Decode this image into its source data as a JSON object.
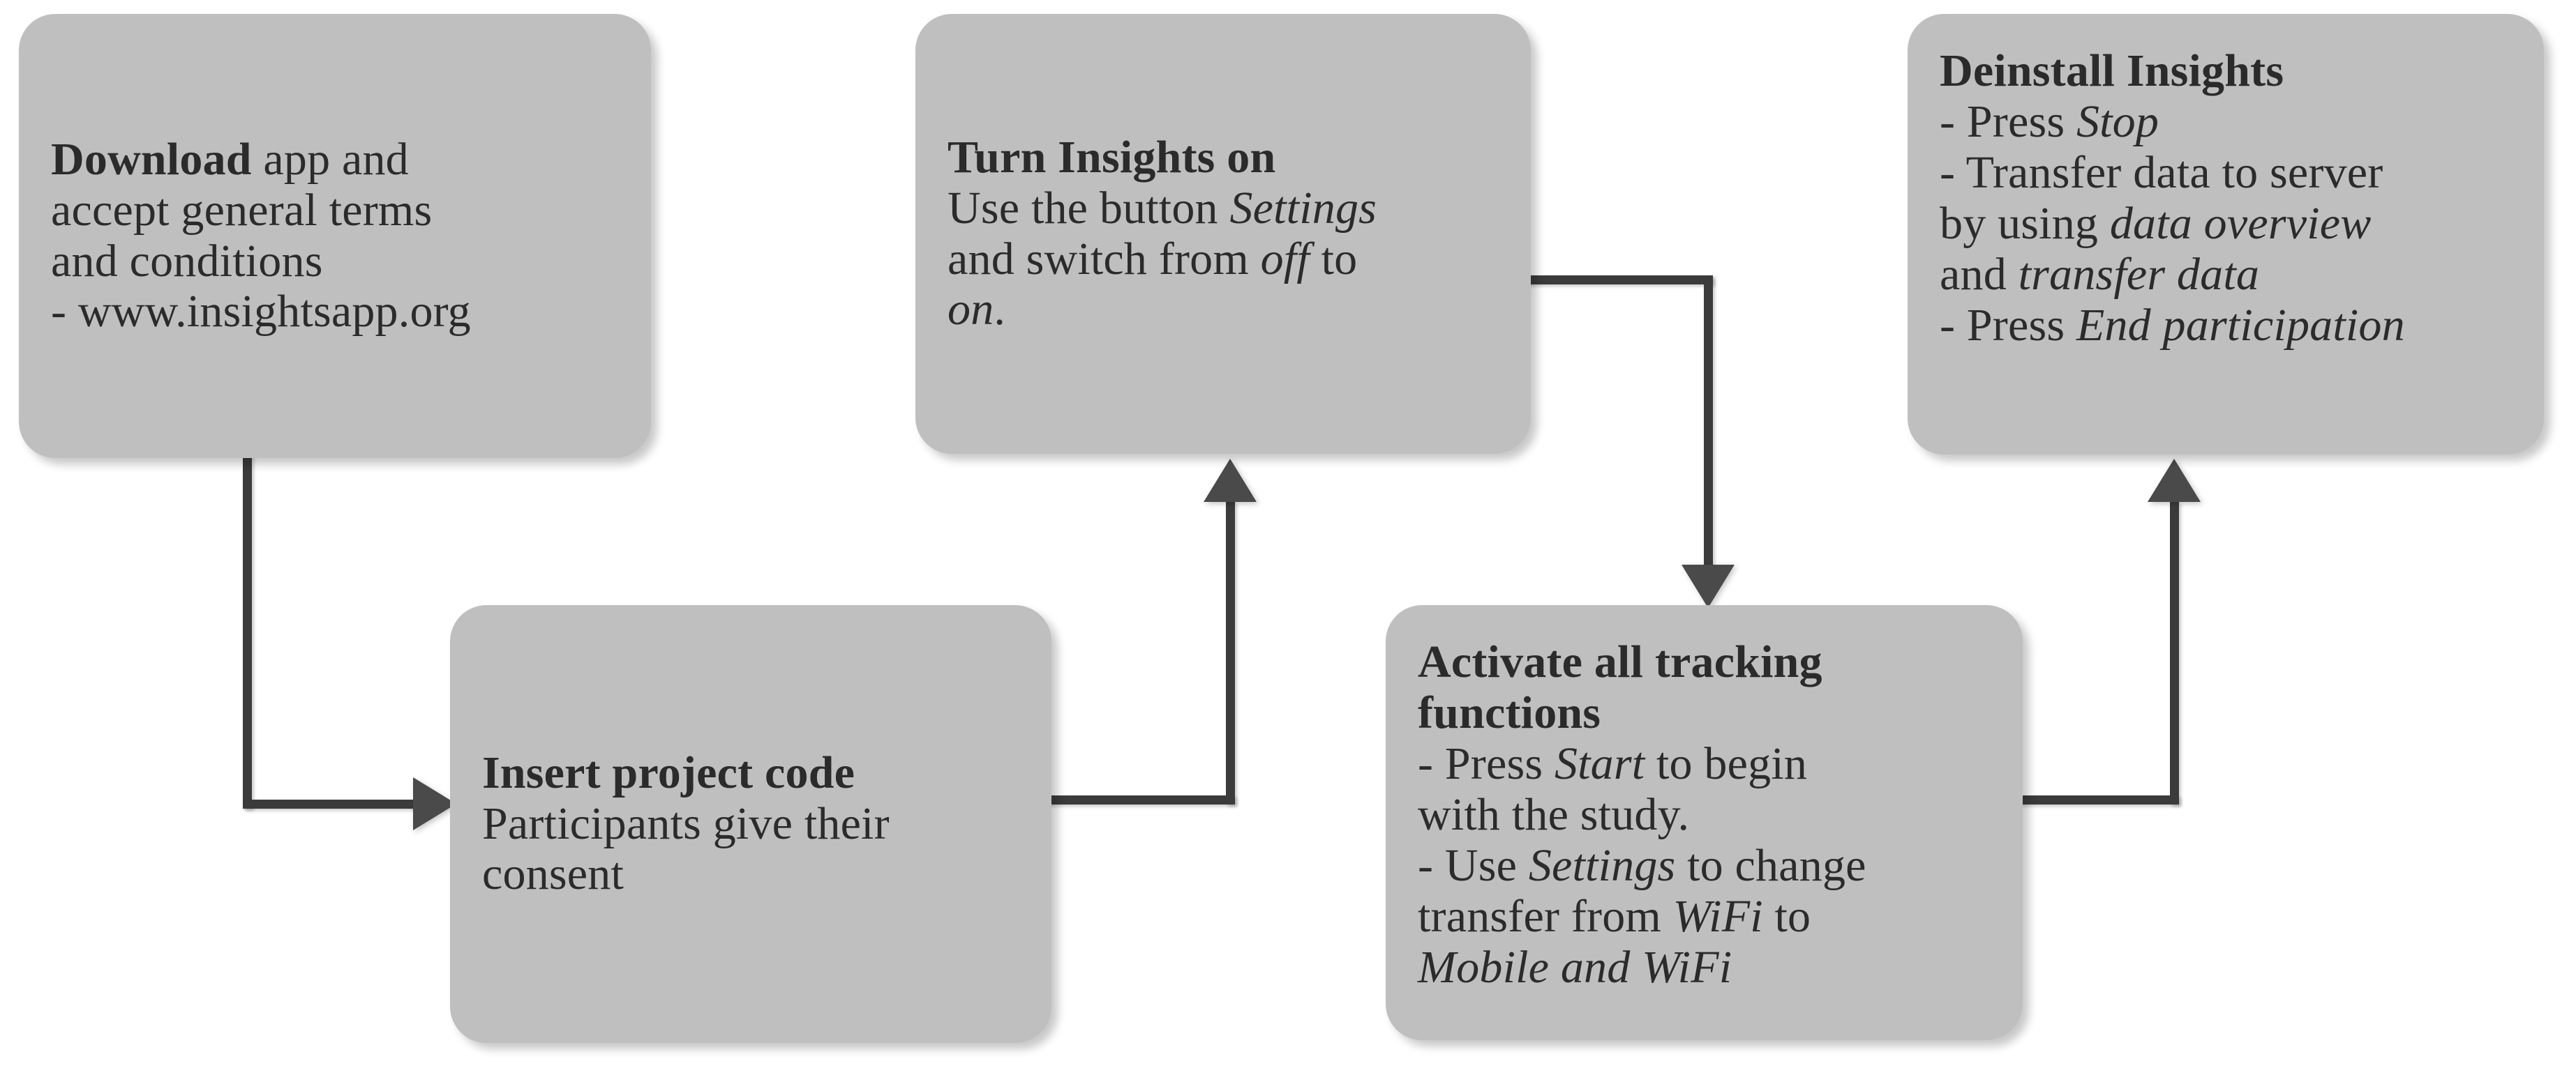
{
  "diagram": {
    "title": "Insights app study participation flowchart",
    "colors": {
      "node_fill": "#bfbfbf",
      "text": "#2b2b2b",
      "connector": "#3b3b3b",
      "arrow_head": "#4a4a4a",
      "background": "#ffffff"
    },
    "nodes": [
      {
        "id": "download",
        "title": "Download",
        "lines": [
          {
            "segments": [
              {
                "t": "Download",
                "style": "bold"
              },
              {
                "t": " app and",
                "style": "normal"
              }
            ]
          },
          {
            "segments": [
              {
                "t": "accept general terms",
                "style": "normal"
              }
            ]
          },
          {
            "segments": [
              {
                "t": "and conditions",
                "style": "normal"
              }
            ]
          },
          {
            "segments": [
              {
                "t": "- www.insightsapp.org",
                "style": "normal"
              }
            ]
          }
        ]
      },
      {
        "id": "insights-on",
        "title": "Turn Insights on",
        "lines": [
          {
            "segments": [
              {
                "t": "Turn Insights on",
                "style": "bold"
              }
            ]
          },
          {
            "segments": [
              {
                "t": "Use the button ",
                "style": "normal"
              },
              {
                "t": "Settings",
                "style": "italic"
              }
            ]
          },
          {
            "segments": [
              {
                "t": "and switch from ",
                "style": "normal"
              },
              {
                "t": "off",
                "style": "italic"
              },
              {
                "t": " to",
                "style": "normal"
              }
            ]
          },
          {
            "segments": [
              {
                "t": "on",
                "style": "italic"
              },
              {
                "t": ".",
                "style": "normal"
              }
            ]
          }
        ]
      },
      {
        "id": "deinstall",
        "title": "Deinstall Insights",
        "lines": [
          {
            "segments": [
              {
                "t": "Deinstall Insights",
                "style": "bold"
              }
            ]
          },
          {
            "segments": [
              {
                "t": "- Press ",
                "style": "normal"
              },
              {
                "t": "Stop",
                "style": "italic"
              }
            ]
          },
          {
            "segments": [
              {
                "t": "- Transfer data to server",
                "style": "normal"
              }
            ]
          },
          {
            "segments": [
              {
                "t": "by using ",
                "style": "normal"
              },
              {
                "t": "data overview",
                "style": "italic"
              }
            ]
          },
          {
            "segments": [
              {
                "t": "and ",
                "style": "normal"
              },
              {
                "t": "transfer data",
                "style": "italic"
              }
            ]
          },
          {
            "segments": [
              {
                "t": "- Press ",
                "style": "normal"
              },
              {
                "t": "End participation",
                "style": "italic"
              }
            ]
          }
        ]
      },
      {
        "id": "project-code",
        "title": "Insert project code",
        "lines": [
          {
            "segments": [
              {
                "t": "Insert project code",
                "style": "bold"
              }
            ]
          },
          {
            "segments": [
              {
                "t": "Participants give their",
                "style": "normal"
              }
            ]
          },
          {
            "segments": [
              {
                "t": "consent",
                "style": "normal"
              }
            ]
          }
        ]
      },
      {
        "id": "activate",
        "title": "Activate all tracking functions",
        "lines": [
          {
            "segments": [
              {
                "t": "Activate all tracking",
                "style": "bold"
              }
            ]
          },
          {
            "segments": [
              {
                "t": "functions",
                "style": "bold"
              }
            ]
          },
          {
            "segments": [
              {
                "t": "- Press ",
                "style": "normal"
              },
              {
                "t": "Start",
                "style": "italic"
              },
              {
                "t": " to begin",
                "style": "normal"
              }
            ]
          },
          {
            "segments": [
              {
                "t": "with the study.",
                "style": "normal"
              }
            ]
          },
          {
            "segments": [
              {
                "t": "- Use ",
                "style": "normal"
              },
              {
                "t": "Settings",
                "style": "italic"
              },
              {
                "t": " to change",
                "style": "normal"
              }
            ]
          },
          {
            "segments": [
              {
                "t": "transfer from ",
                "style": "normal"
              },
              {
                "t": "WiFi",
                "style": "italic"
              },
              {
                "t": " to",
                "style": "normal"
              }
            ]
          },
          {
            "segments": [
              {
                "t": "Mobile and WiFi",
                "style": "italic"
              }
            ]
          }
        ]
      }
    ],
    "edges": [
      {
        "id": "download-to-project-code",
        "from": "download",
        "to": "project-code",
        "arrow": "right"
      },
      {
        "id": "project-code-to-insights-on",
        "from": "project-code",
        "to": "insights-on",
        "arrow": "up"
      },
      {
        "id": "insights-on-to-activate",
        "from": "insights-on",
        "to": "activate",
        "arrow": "down"
      },
      {
        "id": "activate-to-deinstall",
        "from": "activate",
        "to": "deinstall",
        "arrow": "up"
      }
    ]
  }
}
